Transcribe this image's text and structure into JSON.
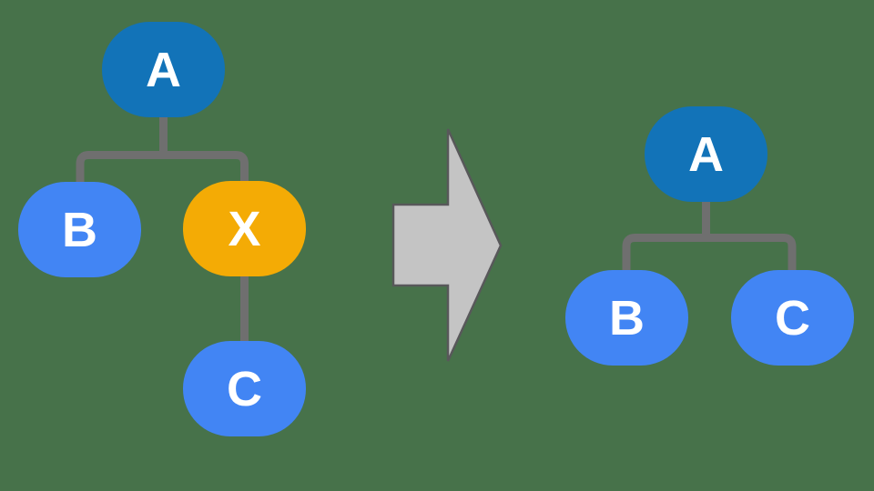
{
  "diagram": {
    "before_tree": {
      "nodes": [
        {
          "label": "A",
          "fill": "#1273B8"
        },
        {
          "label": "B",
          "fill": "#4285F4"
        },
        {
          "label": "X",
          "fill": "#F4AB05"
        },
        {
          "label": "C",
          "fill": "#4285F4"
        }
      ],
      "edges": [
        "A-B",
        "A-X",
        "X-C"
      ]
    },
    "after_tree": {
      "nodes": [
        {
          "label": "A",
          "fill": "#1273B8"
        },
        {
          "label": "B",
          "fill": "#4285F4"
        },
        {
          "label": "C",
          "fill": "#4285F4"
        }
      ],
      "edges": [
        "A-B",
        "A-C"
      ]
    },
    "arrow_icon": "right-block-arrow"
  },
  "colors": {
    "background": "#47724A",
    "node-dark-blue": "#1273B8",
    "node-blue": "#4285F4",
    "node-yellow": "#F4AB05",
    "node-text": "#FFFFFF",
    "connector-gray": "#6F6F6F",
    "arrow-fill": "#C4C4C4",
    "arrow-outline": "#58585A"
  }
}
